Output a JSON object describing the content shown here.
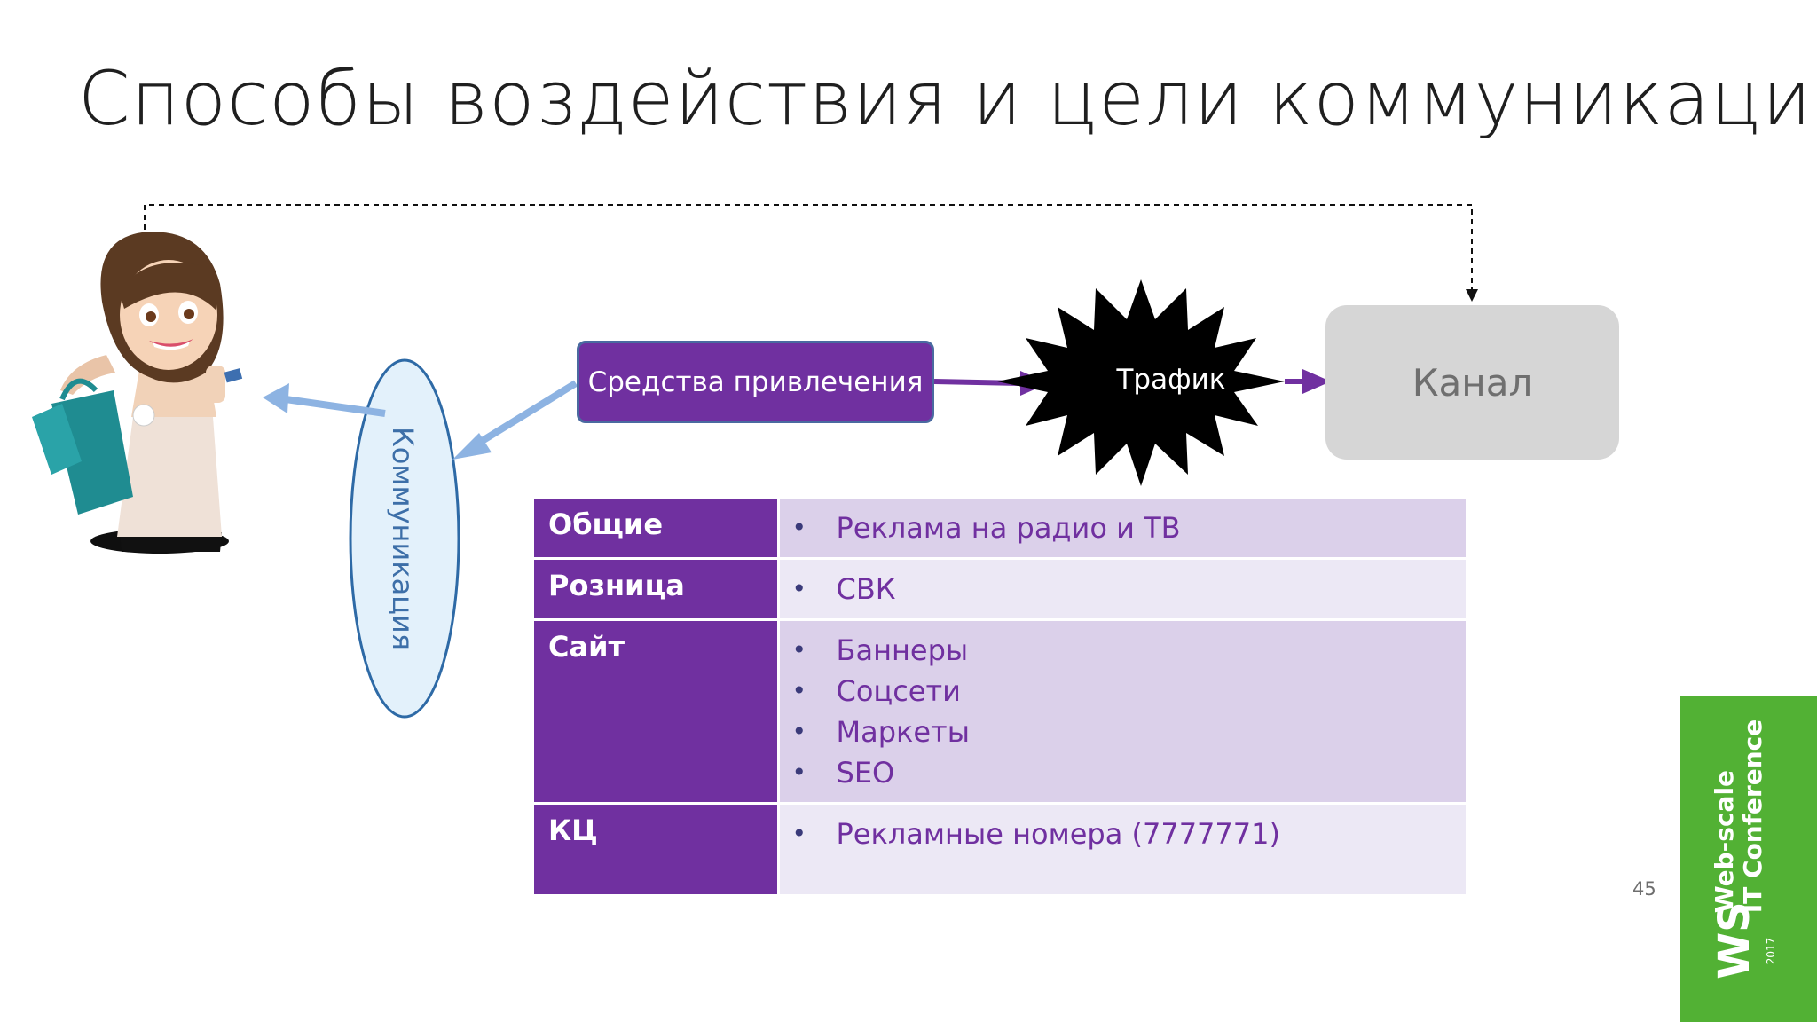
{
  "slide": {
    "title": "Способы воздействия и цели коммуникации",
    "page_number": "45"
  },
  "diagram": {
    "means_box": "Средства привлечения",
    "traffic": "Трафик",
    "channel": "Канал",
    "communication": "Коммуникация"
  },
  "table": {
    "rows": [
      {
        "category": "Общие",
        "items": [
          "Реклама на радио и ТВ"
        ]
      },
      {
        "category": "Розница",
        "items": [
          "СВК"
        ]
      },
      {
        "category": "Сайт",
        "items": [
          "Баннеры",
          "Соцсети",
          "Маркеты",
          "SEO"
        ]
      },
      {
        "category": "КЦ",
        "items": [
          "Рекламные номера (7777771)"
        ]
      }
    ]
  },
  "logo": {
    "line1": "Web-scale",
    "line2": "IT Conference",
    "mark": "WS",
    "year": "2017"
  },
  "colors": {
    "purple": "#7030a0",
    "row_light": "#ece8f5",
    "row_mid": "#dbd0ea",
    "channel_gray": "#d6d6d6",
    "arrow_blue": "#8db3e2",
    "logo_green": "#52b134"
  }
}
